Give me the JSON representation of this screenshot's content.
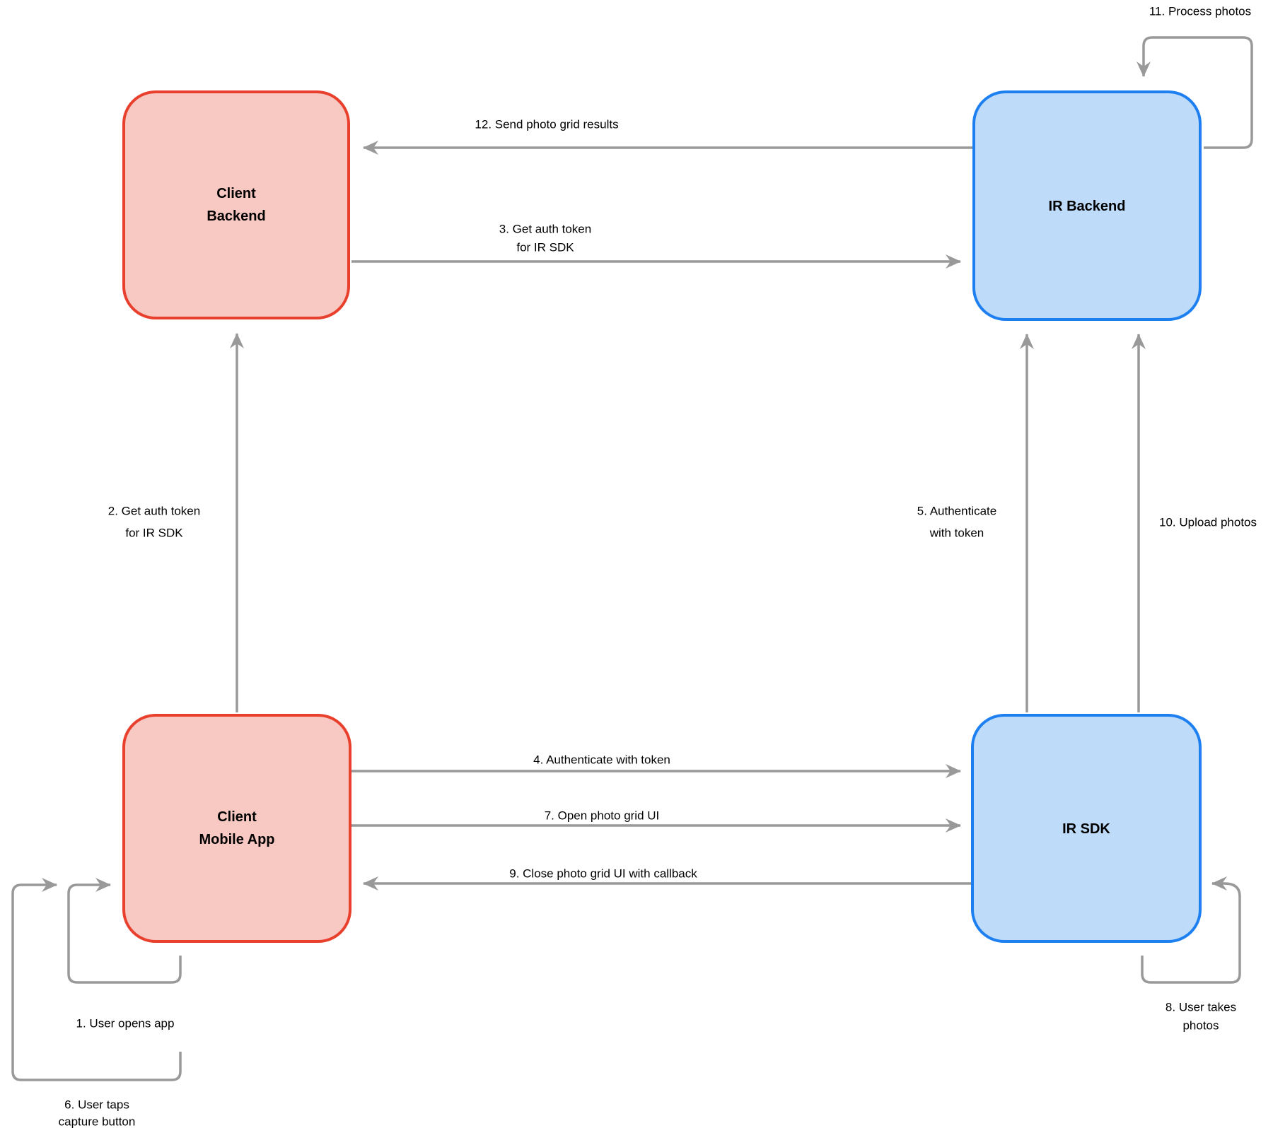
{
  "diagram": {
    "type": "flow-sequence-diagram",
    "nodes": {
      "client_backend": {
        "lines": [
          "Client",
          "Backend"
        ],
        "color_role": "red"
      },
      "ir_backend": {
        "lines": [
          "IR Backend"
        ],
        "color_role": "blue"
      },
      "client_mobile_app": {
        "lines": [
          "Client",
          "Mobile App"
        ],
        "color_role": "red"
      },
      "ir_sdk": {
        "lines": [
          "IR SDK"
        ],
        "color_role": "blue"
      }
    },
    "edges": {
      "e1": {
        "lines": [
          "1. User opens app"
        ],
        "from": "client_mobile_app",
        "to": "client_mobile_app"
      },
      "e2": {
        "lines": [
          "2. Get auth token",
          "for IR SDK"
        ],
        "from": "client_mobile_app",
        "to": "client_backend"
      },
      "e3": {
        "lines": [
          "3. Get auth token",
          "for IR SDK"
        ],
        "from": "client_backend",
        "to": "ir_backend"
      },
      "e4": {
        "lines": [
          "4. Authenticate with token"
        ],
        "from": "client_mobile_app",
        "to": "ir_sdk"
      },
      "e5": {
        "lines": [
          "5. Authenticate",
          "with token"
        ],
        "from": "ir_sdk",
        "to": "ir_backend"
      },
      "e6": {
        "lines": [
          "6. User taps",
          "capture button"
        ],
        "from": "client_mobile_app",
        "to": "client_mobile_app"
      },
      "e7": {
        "lines": [
          "7. Open photo grid UI"
        ],
        "from": "client_mobile_app",
        "to": "ir_sdk"
      },
      "e8": {
        "lines": [
          "8. User takes",
          "photos"
        ],
        "from": "ir_sdk",
        "to": "ir_sdk"
      },
      "e9": {
        "lines": [
          "9. Close photo grid UI with callback"
        ],
        "from": "ir_sdk",
        "to": "client_mobile_app"
      },
      "e10": {
        "lines": [
          "10. Upload photos"
        ],
        "from": "ir_sdk",
        "to": "ir_backend"
      },
      "e11": {
        "lines": [
          "11. Process photos"
        ],
        "from": "ir_backend",
        "to": "ir_backend"
      },
      "e12": {
        "lines": [
          "12. Send photo grid results"
        ],
        "from": "ir_backend",
        "to": "client_backend"
      }
    }
  },
  "colors": {
    "background": "#ffffff",
    "red_fill": "#F8C8C2",
    "red_stroke": "#E8402C",
    "blue_fill": "#BEDCFA",
    "blue_stroke": "#1E80F0",
    "edge_stroke": "#999999",
    "label_text": "#000000"
  }
}
